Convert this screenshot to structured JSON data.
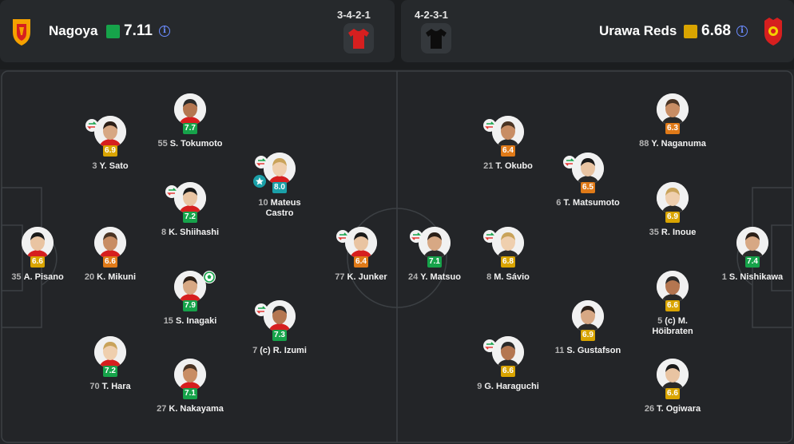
{
  "home": {
    "name": "Nagoya",
    "rating": "7.11",
    "formation": "3-4-2-1",
    "crest_color": "#f5a100",
    "kit_color": "#d61f1f",
    "rating_color": "#16a34a"
  },
  "away": {
    "name": "Urawa Reds",
    "rating": "6.68",
    "formation": "4-2-3-1",
    "crest_color": "#d61f1f",
    "kit_color": "#0d0d0d",
    "rating_color": "#d9a400"
  },
  "players": [
    {
      "id": "home-1",
      "number": "35",
      "name": "A. Pisano",
      "rating": "6.6",
      "rc": "yellow",
      "badge": ""
    },
    {
      "id": "home-2",
      "number": "3",
      "name": "Y. Sato",
      "rating": "6.9",
      "rc": "yellow",
      "badge": "sub"
    },
    {
      "id": "home-3",
      "number": "20",
      "name": "K. Mikuni",
      "rating": "6.6",
      "rc": "orange",
      "badge": ""
    },
    {
      "id": "home-4",
      "number": "70",
      "name": "T. Hara",
      "rating": "7.2",
      "rc": "green",
      "badge": ""
    },
    {
      "id": "home-5",
      "number": "55",
      "name": "S. Tokumoto",
      "rating": "7.7",
      "rc": "green",
      "badge": ""
    },
    {
      "id": "home-6",
      "number": "8",
      "name": "K. Shiihashi",
      "rating": "7.2",
      "rc": "green",
      "badge": "sub"
    },
    {
      "id": "home-7",
      "number": "15",
      "name": "S. Inagaki",
      "rating": "7.9",
      "rc": "green",
      "badge": "ball"
    },
    {
      "id": "home-8",
      "number": "27",
      "name": "K. Nakayama",
      "rating": "7.1",
      "rc": "green",
      "badge": ""
    },
    {
      "id": "home-9",
      "number": "10",
      "name": "Mateus",
      "name2": "Castro",
      "rating": "8.0",
      "rc": "teal",
      "badge": "sub",
      "star": true
    },
    {
      "id": "home-10",
      "number": "7",
      "name": "(c) R. Izumi",
      "rating": "7.3",
      "rc": "green",
      "badge": "sub"
    },
    {
      "id": "home-11",
      "number": "77",
      "name": "K. Junker",
      "rating": "6.4",
      "rc": "orange",
      "badge": "sub"
    },
    {
      "id": "away-1",
      "number": "24",
      "name": "Y. Matsuo",
      "rating": "7.1",
      "rc": "green",
      "badge": "sub"
    },
    {
      "id": "away-2",
      "number": "21",
      "name": "T. Okubo",
      "rating": "6.4",
      "rc": "orange",
      "badge": "sub"
    },
    {
      "id": "away-3",
      "number": "8",
      "name": "M. Sávio",
      "rating": "6.8",
      "rc": "yellow",
      "badge": "sub"
    },
    {
      "id": "away-4",
      "number": "9",
      "name": "G. Haraguchi",
      "rating": "6.6",
      "rc": "yellow",
      "badge": "sub"
    },
    {
      "id": "away-5",
      "number": "6",
      "name": "T. Matsumoto",
      "rating": "6.5",
      "rc": "orange",
      "badge": "sub"
    },
    {
      "id": "away-6",
      "number": "11",
      "name": "S. Gustafson",
      "rating": "6.9",
      "rc": "yellow",
      "badge": ""
    },
    {
      "id": "away-7",
      "number": "88",
      "name": "Y. Naganuma",
      "rating": "6.3",
      "rc": "orange",
      "badge": ""
    },
    {
      "id": "away-8",
      "number": "35",
      "name": "R. Inoue",
      "rating": "6.9",
      "rc": "yellow",
      "badge": ""
    },
    {
      "id": "away-9",
      "number": "5",
      "name": "(c) M.",
      "name2": "Höibraten",
      "rating": "6.6",
      "rc": "yellow",
      "badge": ""
    },
    {
      "id": "away-10",
      "number": "26",
      "name": "T. Ogiwara",
      "rating": "6.6",
      "rc": "yellow",
      "badge": ""
    },
    {
      "id": "away-11",
      "number": "1",
      "name": "S. Nishikawa",
      "rating": "7.4",
      "rc": "green",
      "badge": ""
    }
  ]
}
